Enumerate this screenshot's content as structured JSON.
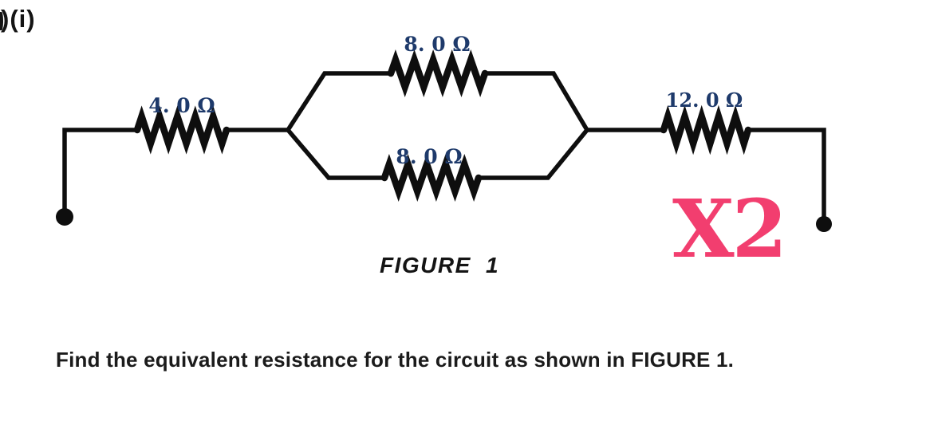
{
  "page": {
    "part_label": ")(i)",
    "figure_caption": "FIGURE  1",
    "question": "Find the equivalent resistance for the circuit as shown in FIGURE 1.",
    "annotation": "X2"
  },
  "circuit": {
    "description": "Two-terminal resistor network: series resistor, two parallel resistors, series resistor",
    "resistors": [
      {
        "id": "R1",
        "label": "4. 0 Ω",
        "value_ohms": 4.0,
        "position": "series-left"
      },
      {
        "id": "R2",
        "label": "8. 0 Ω",
        "value_ohms": 8.0,
        "position": "parallel-top"
      },
      {
        "id": "R3",
        "label": "8. 0 Ω",
        "value_ohms": 8.0,
        "position": "parallel-bottom"
      },
      {
        "id": "R4",
        "label": "12. 0 Ω",
        "value_ohms": 12.0,
        "position": "series-right"
      }
    ],
    "terminal_count": 2
  },
  "colors": {
    "wire": "#0e0e0e",
    "resistor_label": "#1e3a6b",
    "annotation_pink": "#f23e6f",
    "body_text": "#1b1b1b"
  }
}
